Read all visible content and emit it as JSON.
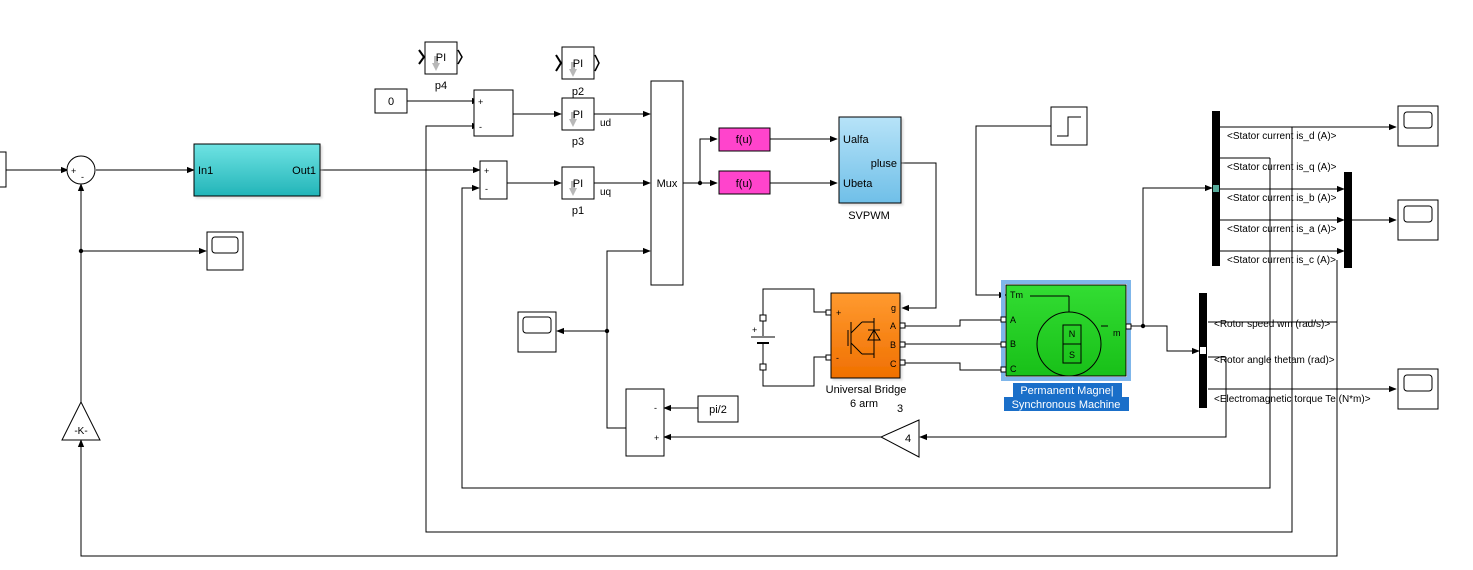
{
  "diagram": {
    "const0": "0",
    "sum_pm": [
      "+",
      "-"
    ],
    "sum_main": [
      "+",
      "-"
    ],
    "pi_blocks": [
      {
        "icon": "PI",
        "label": "p4"
      },
      {
        "icon": "PI",
        "label": "p2"
      },
      {
        "icon": "PI",
        "label": "p3"
      },
      {
        "icon": "PI",
        "label": "p1"
      }
    ],
    "sig_ud": "ud",
    "sig_uq": "uq",
    "subsystem": {
      "in": "In1",
      "out": "Out1"
    },
    "mux": "Mux",
    "fcn": [
      "f(u)",
      "f(u)"
    ],
    "svpwm": {
      "in1": "Ualfa",
      "in2": "Ubeta",
      "out": "pluse",
      "label": "SVPWM"
    },
    "bridge": {
      "label1": "Universal Bridge",
      "label2": "6 arm",
      "g": "g",
      "a": "A",
      "b": "B",
      "c": "C",
      "plus": "+",
      "minus": "-"
    },
    "battery": {
      "plus": "+"
    },
    "three": "3",
    "pmsm": {
      "tm": "Tm",
      "a": "A",
      "b": "B",
      "c": "C",
      "m": "m",
      "n": "N",
      "s": "S",
      "label1": "Permanent Magne|",
      "label2": "Synchronous Machine"
    },
    "const_pi2": "pi/2",
    "gain4": "4",
    "gain_k": "-K-",
    "sum_angle": [
      "-",
      "+"
    ],
    "bus1": [
      "<Stator current is_d (A)>",
      "<Stator current is_q (A)>",
      "<Stator current is_b (A)>",
      "<Stator current is_a (A)>",
      "<Stator current is_c (A)>"
    ],
    "bus2": [
      "<Rotor speed wm (rad/s)>",
      "<Rotor angle thetam (rad)>",
      "<Electromagnetic torque Te (N*m)>"
    ],
    "colors": {
      "subsystem": "#3cc8c8",
      "fcn": "#ff44cc",
      "svpwm": "#8ccfef",
      "bridge": "#ff7f0e",
      "pmsm": "#22cc22",
      "selection": "#1a6fc9"
    }
  }
}
